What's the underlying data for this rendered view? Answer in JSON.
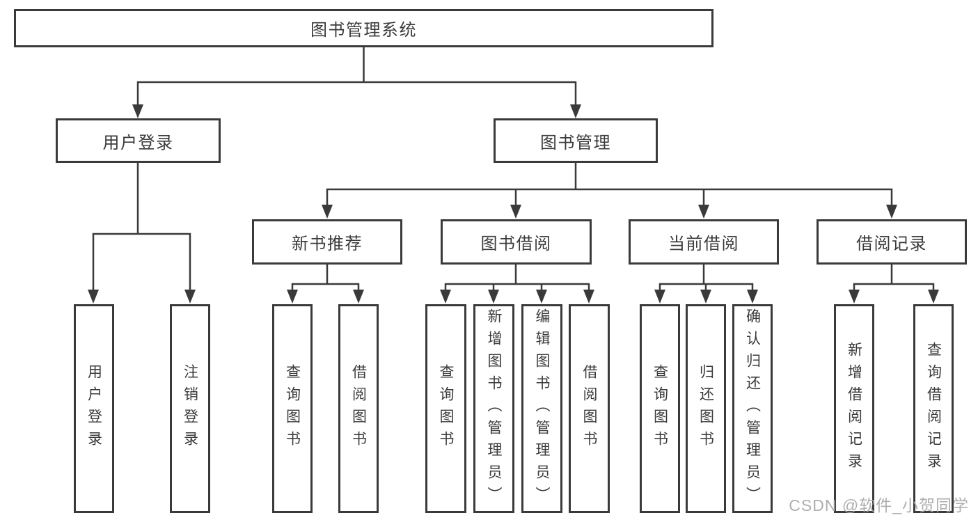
{
  "diagram": {
    "type": "hierarchy-tree",
    "root": {
      "label": "图书管理系统"
    },
    "branches": [
      {
        "label": "用户登录",
        "children": [
          {
            "label": "用户登录"
          },
          {
            "label": "注销登录"
          }
        ]
      },
      {
        "label": "图书管理",
        "children": [
          {
            "label": "新书推荐",
            "children": [
              {
                "label": "查询图书"
              },
              {
                "label": "借阅图书"
              }
            ]
          },
          {
            "label": "图书借阅",
            "children": [
              {
                "label": "查询图书"
              },
              {
                "label": "新增图书（管理员）"
              },
              {
                "label": "编辑图书（管理员）"
              },
              {
                "label": "借阅图书"
              }
            ]
          },
          {
            "label": "当前借阅",
            "children": [
              {
                "label": "查询图书"
              },
              {
                "label": "归还图书"
              },
              {
                "label": "确认归还（管理员）"
              }
            ]
          },
          {
            "label": "借阅记录",
            "children": [
              {
                "label": "新增借阅记录"
              },
              {
                "label": "查询借阅记录"
              }
            ]
          }
        ]
      }
    ],
    "colors": {
      "box_border": "#3a3a3a",
      "text": "#3b3b3b",
      "connector": "#3a3a3a",
      "background": "#ffffff",
      "watermark": "#a6a6a6"
    }
  },
  "watermark": {
    "text": "CSDN @软件_小贺同学"
  }
}
